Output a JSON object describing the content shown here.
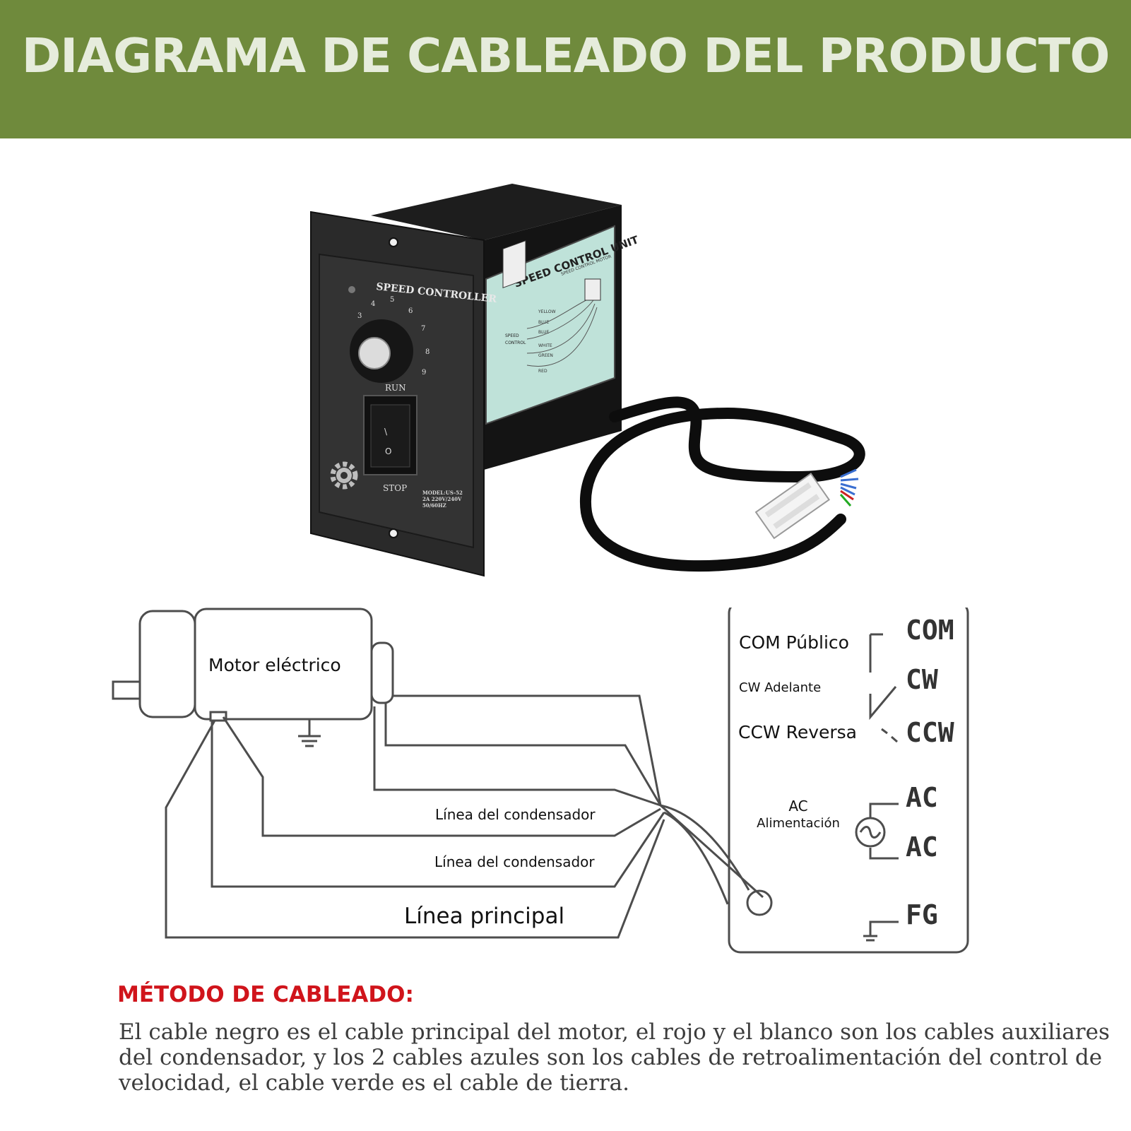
{
  "header": {
    "title": "DIAGRAMA DE CABLEADO DEL PRODUCTO",
    "bg_color": "#6f8a3c",
    "text_color": "#e6ecdc"
  },
  "product": {
    "front_title": "SPEED CONTROLLER",
    "dial_numbers": [
      "3",
      "4",
      "5",
      "6",
      "7",
      "8",
      "9"
    ],
    "run_label": "RUN",
    "stop_label": "STOP",
    "switch_marks": [
      "\\",
      "O"
    ],
    "model_lines": [
      "MODEL:US-52",
      "2A 220V/240V",
      "50/60HZ"
    ],
    "side_label_title": "SPEED CONTROL UNIT",
    "side_label_subtitle": "SPEED CONTROL MOTOR",
    "side_box_label": [
      "SPEED",
      "CONTROL"
    ],
    "side_wire_labels": [
      "YELLOW",
      "BLUE",
      "BLUE",
      "WHITE",
      "GREEN",
      "RED"
    ]
  },
  "diagram": {
    "motor_label": "Motor eléctrico",
    "line_labels": [
      "Línea del condensador",
      "Línea del condensador",
      "Línea principal"
    ],
    "terminals": [
      "COM",
      "CW",
      "CCW",
      "AC",
      "AC",
      "FG"
    ],
    "left_labels": {
      "com": "COM Público",
      "cw": "CW Adelante",
      "ccw": "CCW Reversa",
      "ac_top": "AC",
      "ac_bottom": "Alimentación"
    }
  },
  "method": {
    "heading": "MÉTODO DE CABLEADO:",
    "body": "El cable negro es el cable principal del motor, el rojo y el blanco son los cables auxiliares del condensador, y los 2 cables azules son los cables de retroalimentación del control de velocidad, el cable verde es el cable de tierra."
  }
}
